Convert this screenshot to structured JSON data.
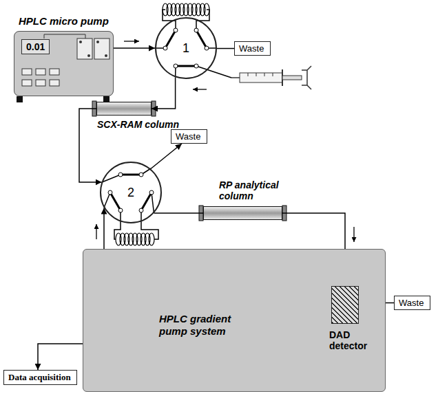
{
  "diagram": {
    "nodes": [
      {
        "text": [
          "HPLC micro pump",
          "0.01"
        ]
      },
      {
        "text": [
          "1"
        ]
      },
      {
        "text": [
          "Waste"
        ]
      },
      {
        "text": [
          "SCX-RAM column"
        ]
      },
      {
        "text": [
          "2"
        ]
      },
      {
        "text": [
          "Waste"
        ]
      },
      {
        "text": [
          "RP analytical column"
        ]
      },
      {
        "text": [
          "HPLC gradient pump system"
        ]
      },
      {
        "text": [
          "DAD detector"
        ],
        "in": 7
      },
      {
        "text": [
          "Waste"
        ]
      },
      {
        "text": [
          "Data acquisition"
        ]
      }
    ],
    "edges": [
      {
        "from": 0,
        "to": 1,
        "arrow": "to"
      },
      {
        "from": 1,
        "to": 2,
        "arrow": "none"
      },
      {
        "from": 1,
        "to": 3,
        "arrow": "to"
      },
      {
        "from": 3,
        "to": 4,
        "arrow": "to"
      },
      {
        "from": 4,
        "to": 5,
        "arrow": "to"
      },
      {
        "from": 7,
        "to": 4,
        "arrow": "to"
      },
      {
        "from": 4,
        "to": 6,
        "arrow": "none"
      },
      {
        "from": 6,
        "to": 8,
        "arrow": "to"
      },
      {
        "from": 8,
        "to": 9,
        "arrow": "none"
      },
      {
        "from": 7,
        "to": 10,
        "arrow": "to"
      }
    ]
  }
}
